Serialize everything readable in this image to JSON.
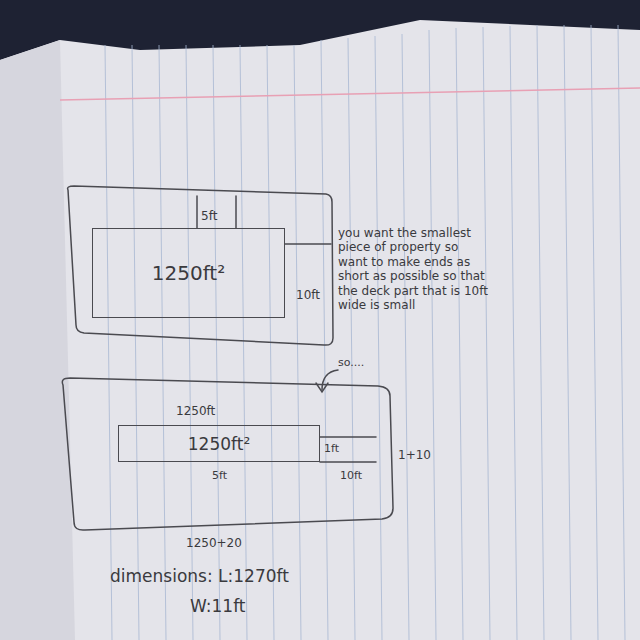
{
  "diagram": {
    "nodes": [
      {
        "text": [
          "1250ft²"
        ]
      },
      {
        "text": [
          "1250ft²"
        ]
      }
    ],
    "labels": [
      "5ft",
      "10ft",
      "you want the smallest piece of property so want to make ends as short as possible so that the deck part that is 10ft wide is small",
      "so....",
      "1250ft",
      "1ft",
      "1+10",
      "5ft",
      "10ft",
      "1250+20",
      "dimensions: L:1270ft",
      "W:11ft"
    ]
  }
}
